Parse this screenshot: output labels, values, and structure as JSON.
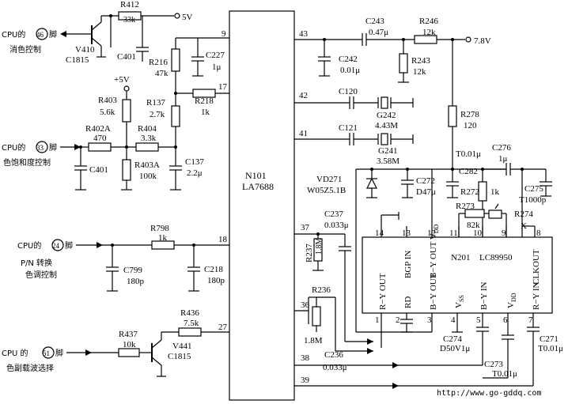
{
  "chips": {
    "n101": {
      "name": "N101",
      "part": "LA7688"
    },
    "n201": {
      "name": "N201",
      "part": "LC89950"
    }
  },
  "labels": {
    "cpu46_pre": "CPU的",
    "cpu46_num": "46",
    "cpu46_post": "脚",
    "cpu46_func": "消色控制",
    "cpu33_pre": "CPU的",
    "cpu33_num": "33",
    "cpu33_post": "脚",
    "cpu33_func": "色饱和度控制",
    "cpu24_pre": "CPU的",
    "cpu24_num": "24",
    "cpu24_post": "脚",
    "cpu24_func1": "P/N 转换",
    "cpu24_func2": "色调控制",
    "cpu51_pre": "CPU 的",
    "cpu51_num": "51",
    "cpu51_post": "脚",
    "cpu51_func": "色副载波选择",
    "supply_5v_top": "5V",
    "supply_5v_mid": "+5V",
    "supply_78v": "7.8V",
    "watermark": "http://www.go-gddq.com"
  },
  "components": {
    "R412": {
      "ref": "R412",
      "value": "33k"
    },
    "V410": {
      "ref": "V410",
      "value": "C1815"
    },
    "C401a": {
      "ref": "C401"
    },
    "R216": {
      "ref": "R216",
      "value": "47k"
    },
    "C227": {
      "ref": "C227",
      "value": "1μ"
    },
    "R403": {
      "ref": "R403",
      "value": "5.6k"
    },
    "R137": {
      "ref": "R137",
      "value": "2.7k"
    },
    "R218": {
      "ref": "R218",
      "value": "1k"
    },
    "R402A": {
      "ref": "R402A",
      "value": "470"
    },
    "R404": {
      "ref": "R404",
      "value": "3.3k"
    },
    "C401b": {
      "ref": "C401"
    },
    "R403A": {
      "ref": "R403A",
      "value": "100k"
    },
    "C137": {
      "ref": "C137",
      "value": "2.2μ"
    },
    "R798": {
      "ref": "R798",
      "value": "1k"
    },
    "C799": {
      "ref": "C799",
      "value": "180p"
    },
    "C218": {
      "ref": "C218",
      "value": "180p"
    },
    "R436": {
      "ref": "R436",
      "value": "7.5k"
    },
    "R437": {
      "ref": "R437",
      "value": "10k"
    },
    "V441": {
      "ref": "V441",
      "value": "C1815"
    },
    "C243": {
      "ref": "C243",
      "value": "0.47μ"
    },
    "R246": {
      "ref": "R246",
      "value": "12k"
    },
    "C242": {
      "ref": "C242",
      "value": "0.01μ"
    },
    "R243": {
      "ref": "R243",
      "value": "12k"
    },
    "C120": {
      "ref": "C120"
    },
    "G242": {
      "ref": "G242",
      "value": "4.43M"
    },
    "R278": {
      "ref": "R278",
      "value": "120"
    },
    "C121": {
      "ref": "C121"
    },
    "G241": {
      "ref": "G241",
      "value": "3.58M"
    },
    "C282": {
      "ref": "C282",
      "value": "T0.01μ"
    },
    "C276": {
      "ref": "C276",
      "value": "1μ"
    },
    "VD271": {
      "ref": "VD271",
      "value": "W05Z5.1B"
    },
    "C272": {
      "ref": "C272",
      "value": "D47μ"
    },
    "R272": {
      "ref": "R272",
      "value": "1k"
    },
    "C275": {
      "ref": "C275",
      "value": "T1000p"
    },
    "R273": {
      "ref": "R273",
      "value": "82k"
    },
    "R274": {
      "ref": "R274",
      "value": "X"
    },
    "C237": {
      "ref": "C237",
      "value": "0.033μ"
    },
    "R237": {
      "ref": "R237",
      "value": "1.8M"
    },
    "R236": {
      "ref": "R236",
      "value": "1.8M"
    },
    "C236": {
      "ref": "C236",
      "value": "0.033μ"
    },
    "C274": {
      "ref": "C274",
      "value": "D50V1μ"
    },
    "C273": {
      "ref": "C273",
      "value": "T0.01μ"
    },
    "C271": {
      "ref": "C271",
      "value": "T0.01μ"
    }
  },
  "n101_pins": {
    "p9": "9",
    "p17": "17",
    "p18": "18",
    "p27": "27",
    "p43": "43",
    "p42": "42",
    "p41": "41",
    "p37": "37",
    "p36": "36",
    "p38": "38",
    "p39": "39"
  },
  "n201_pins": {
    "top": [
      {
        "num": "14",
        "name": "R−Y OUT"
      },
      {
        "num": "13",
        "name": "BGP IN"
      },
      {
        "num": "12",
        "name": "B−Y OUT V",
        "sub": "DD"
      },
      {
        "num": "11",
        "name": ""
      },
      {
        "num": "10",
        "name": ""
      },
      {
        "num": "9",
        "name": ""
      },
      {
        "num": "8",
        "name": "CLKOUT"
      }
    ],
    "bottom": [
      {
        "num": "1",
        "name": "R−Y OUT"
      },
      {
        "num": "2",
        "name": "RD"
      },
      {
        "num": "3",
        "name": "B−Y OUT"
      },
      {
        "num": "4",
        "name": "V",
        "sub": "SS"
      },
      {
        "num": "5",
        "name": "B−Y IN"
      },
      {
        "num": "6",
        "name": "V",
        "sub": "DD"
      },
      {
        "num": "7",
        "name": "R−Y IN"
      }
    ]
  }
}
